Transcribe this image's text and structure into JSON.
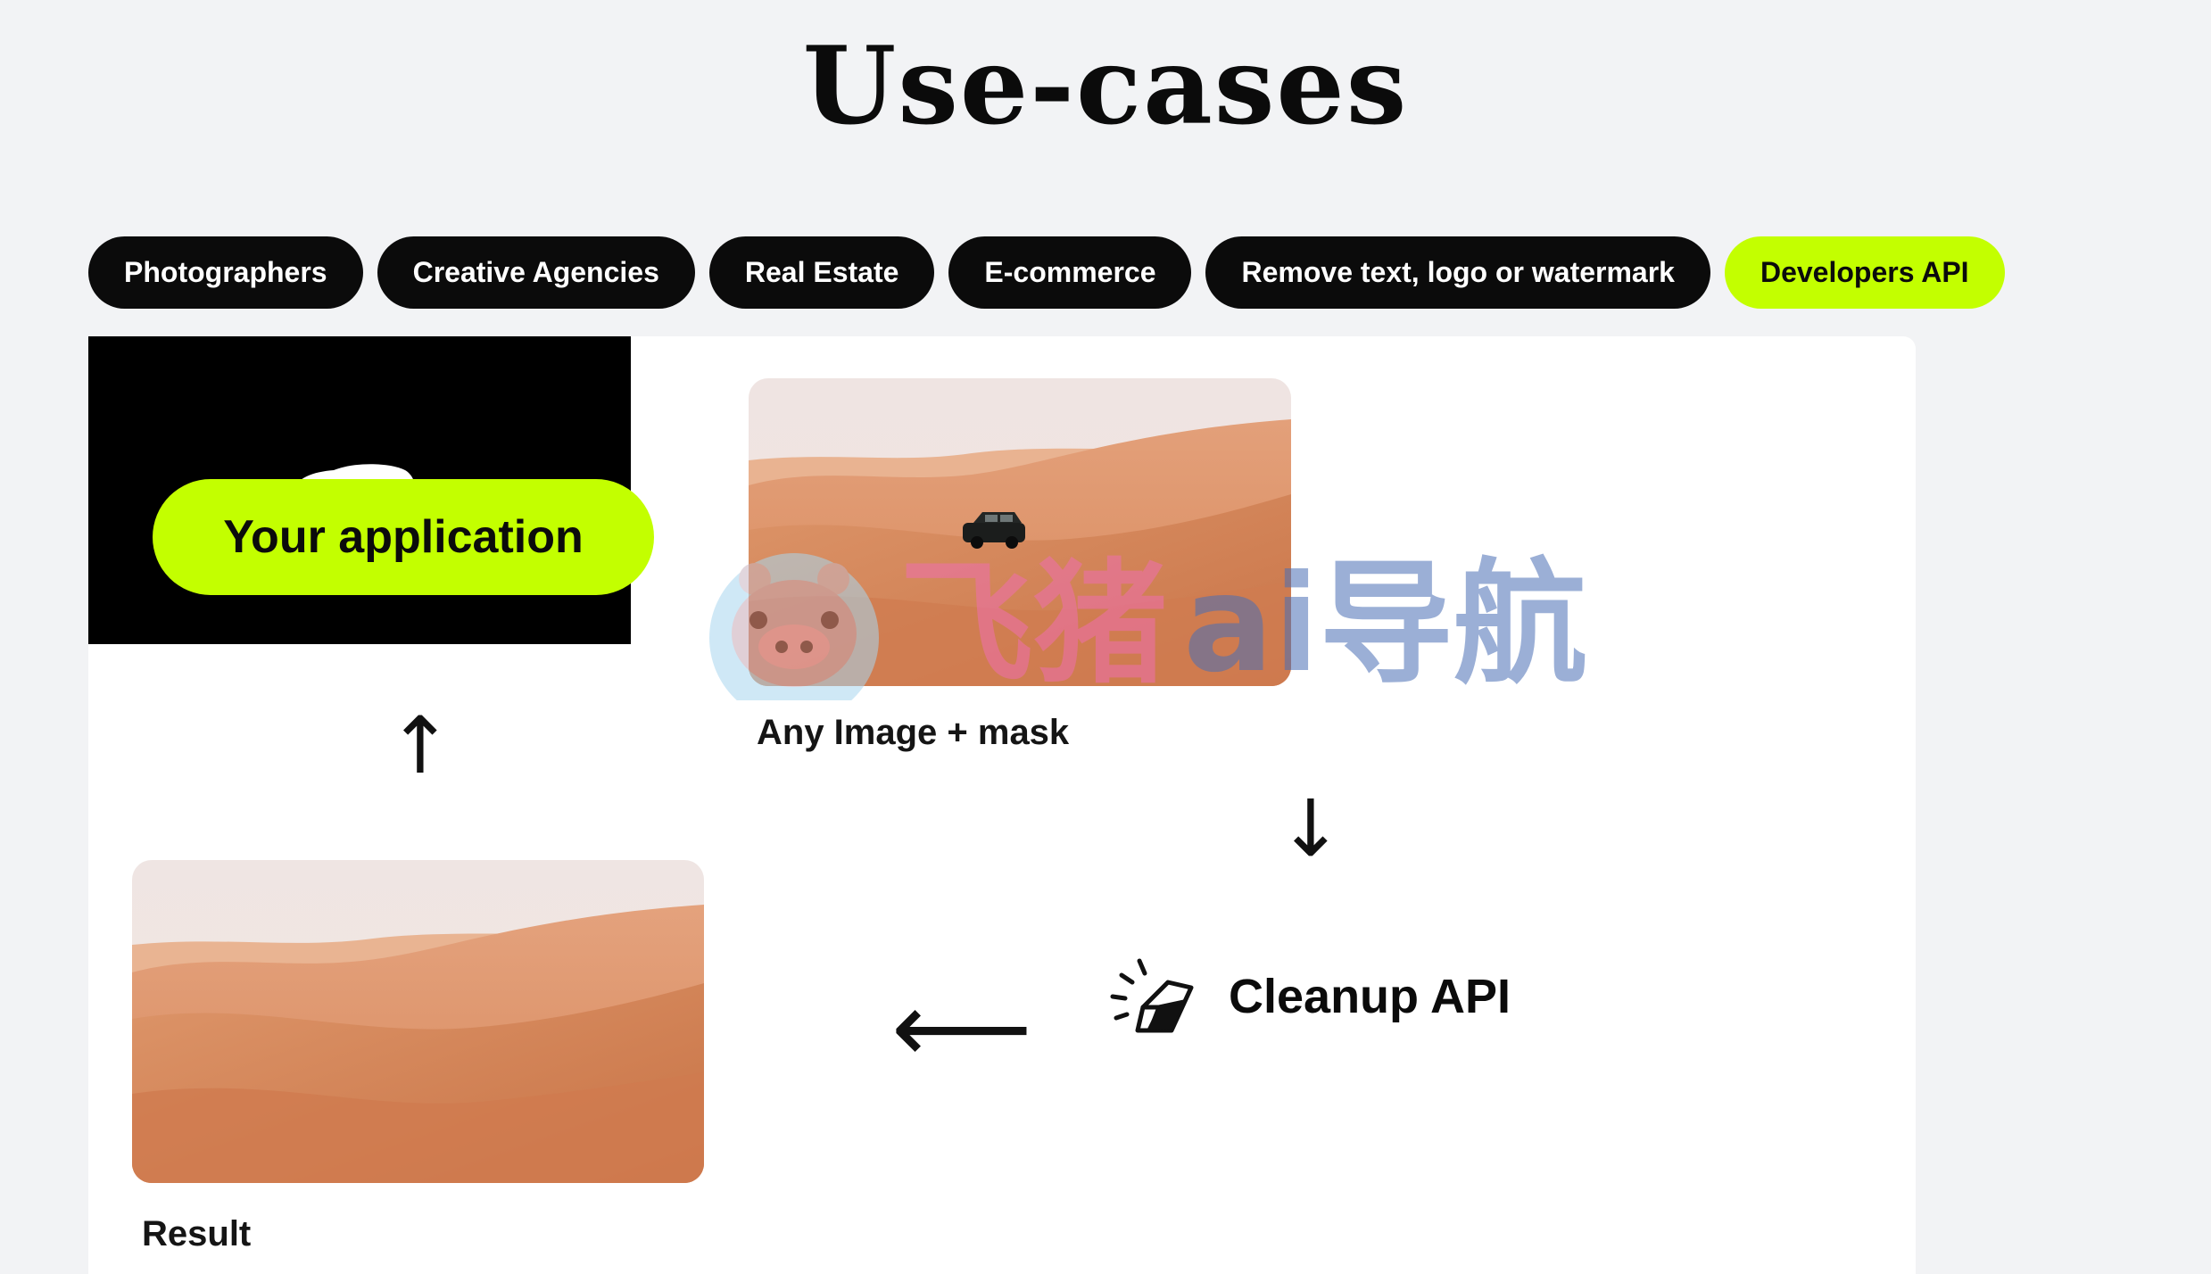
{
  "title": "Use-cases",
  "tabs": [
    {
      "label": "Photographers",
      "active": false
    },
    {
      "label": "Creative Agencies",
      "active": false
    },
    {
      "label": "Real Estate",
      "active": false
    },
    {
      "label": "E-commerce",
      "active": false
    },
    {
      "label": "Remove text, logo or watermark",
      "active": false
    },
    {
      "label": "Developers API",
      "active": true
    }
  ],
  "diagram": {
    "app_label": "Your application",
    "source_caption": "Any Image + mask",
    "api_label": "Cleanup API",
    "result_caption": "Result",
    "arrow_up": "↑",
    "arrow_down": "↓",
    "arrow_left": "⟵"
  },
  "watermark": {
    "part1": "飞猪",
    "part2": "ai导航"
  },
  "colors": {
    "accent": "#c3ff00",
    "tab_dark": "#0b0b0b",
    "background": "#f2f3f5",
    "sand": "#d98e62"
  },
  "icons": {
    "api_icon": "eraser-icon",
    "watermark_logo": "pig-logo-icon"
  }
}
